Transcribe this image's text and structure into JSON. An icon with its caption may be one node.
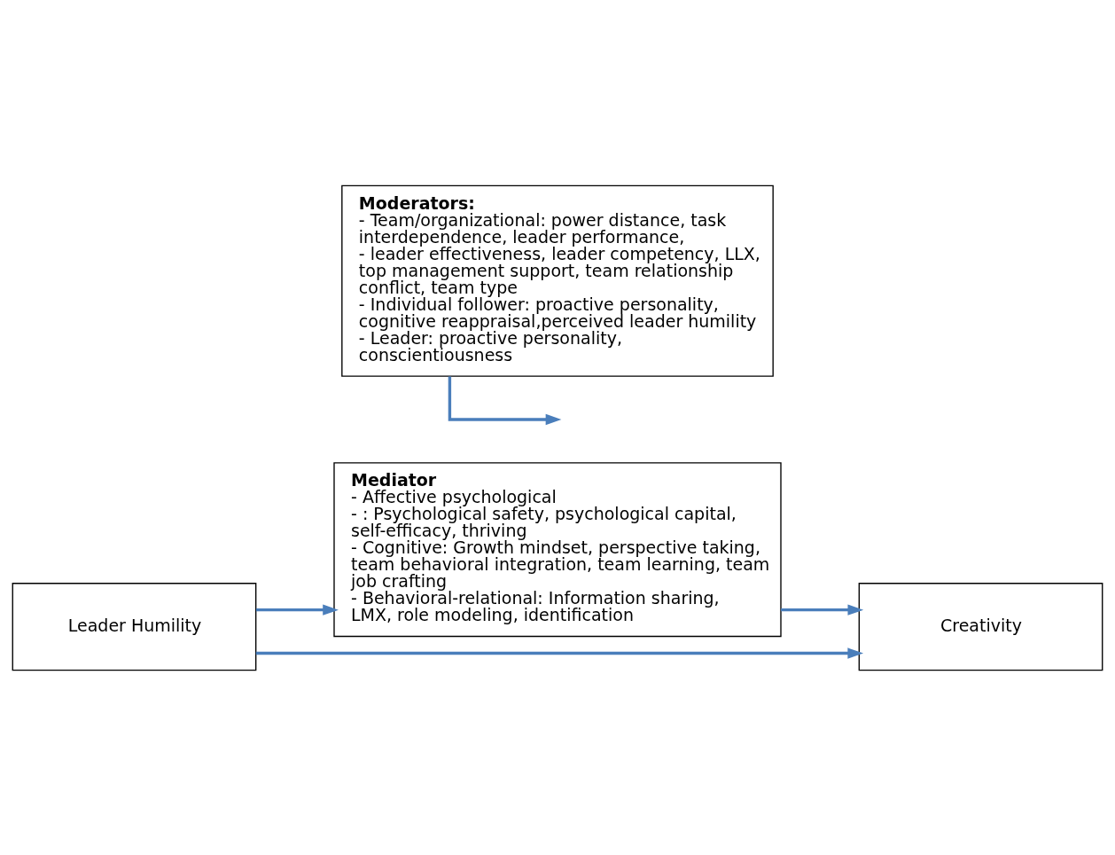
{
  "diagram": {
    "nodes": [
      {
        "text": [
          "Moderators:",
          "- Team/organizational: power distance, task interdependence, leader performance,",
          "- leader effectiveness, leader competency, LLX, top management support, team relationship conflict, team type",
          "- Individual follower: proactive personality, cognitive reappraisal,perceived leader humility",
          "- Leader: proactive personality, conscientiousness"
        ]
      },
      {
        "text": [
          "Leader Humility"
        ]
      },
      {
        "text": [
          "Creativity"
        ]
      },
      {
        "text": [
          "Mediator",
          "- Affective psychological",
          "- : Psychological safety, psychological capital, self-efficacy, thriving",
          "- Cognitive: Growth mindset, perspective taking, team behavioral integration, team learning, team job crafting",
          "- Behavioral-relational: Information sharing, LMX, role modeling, identification"
        ]
      }
    ],
    "edges": [
      {
        "from": 1,
        "to": 2,
        "arrow": "to"
      },
      {
        "from": 0,
        "to": null,
        "arrow": "to"
      },
      {
        "from": 1,
        "to": 3,
        "arrow": "to"
      },
      {
        "from": 3,
        "to": 2,
        "arrow": "to"
      }
    ]
  }
}
